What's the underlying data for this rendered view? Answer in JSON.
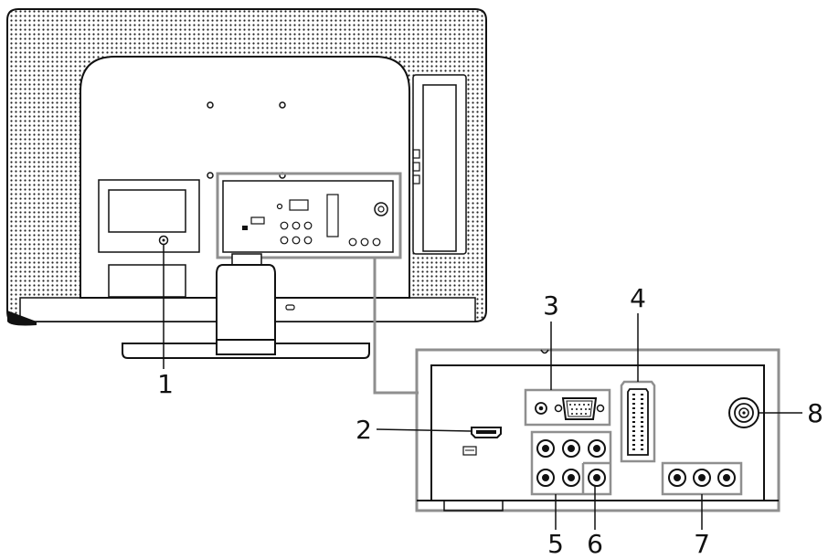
{
  "callouts": [
    {
      "id": "1",
      "label": "1"
    },
    {
      "id": "2",
      "label": "2"
    },
    {
      "id": "3",
      "label": "3"
    },
    {
      "id": "4",
      "label": "4"
    },
    {
      "id": "5",
      "label": "5"
    },
    {
      "id": "6",
      "label": "6"
    },
    {
      "id": "7",
      "label": "7"
    },
    {
      "id": "8",
      "label": "8"
    }
  ],
  "colors": {
    "line": "#111111",
    "highlight": "#8f8f8f",
    "panel": "#ffffff"
  },
  "icons": {
    "hdmi_port": "hdmi-port-icon",
    "vga_port": "vga-port-icon",
    "scart_port": "scart-port-icon",
    "rca_jack": "rca-jack-icon",
    "coax_port": "coax-port-icon"
  }
}
